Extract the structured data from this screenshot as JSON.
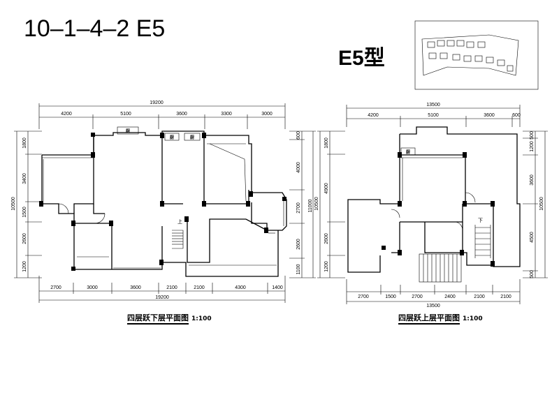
{
  "title": {
    "code": "10–1–4–2   E5",
    "type": "E5型"
  },
  "captions": {
    "lower": "四层跃下层平面图",
    "upper": "四层跃上层平面图",
    "scale": "1:100"
  },
  "lower_plan": {
    "top_total": "19200",
    "top_segments": [
      "4200",
      "5100",
      "3600",
      "3300",
      "3000"
    ],
    "bottom_segments": [
      "2700",
      "3000",
      "3600",
      "2100",
      "2100",
      "4300",
      "1400"
    ],
    "bottom_total": "19200",
    "left_segments": [
      "1800",
      "3400",
      "1500",
      "2600",
      "1200"
    ],
    "left_total": "10500",
    "right_segments": [
      "600",
      "4000",
      "2700",
      "2600",
      "1100"
    ],
    "right_total": "11000"
  },
  "upper_plan": {
    "top_total": "13500",
    "top_segments": [
      "4200",
      "5100",
      "3600",
      "600"
    ],
    "bottom_segments": [
      "2700",
      "1500",
      "2700",
      "2400",
      "2100",
      "2100"
    ],
    "bottom_total": "13500",
    "left_segments": [
      "1800",
      "4900",
      "2600",
      "1200"
    ],
    "left_total": "10500",
    "right_segments": [
      "500",
      "1200",
      "3600",
      "4500",
      "500"
    ],
    "right_total": "10500",
    "stair_label": "下"
  },
  "labels": {
    "chu": "厨",
    "xia": "下",
    "shang": "上"
  }
}
